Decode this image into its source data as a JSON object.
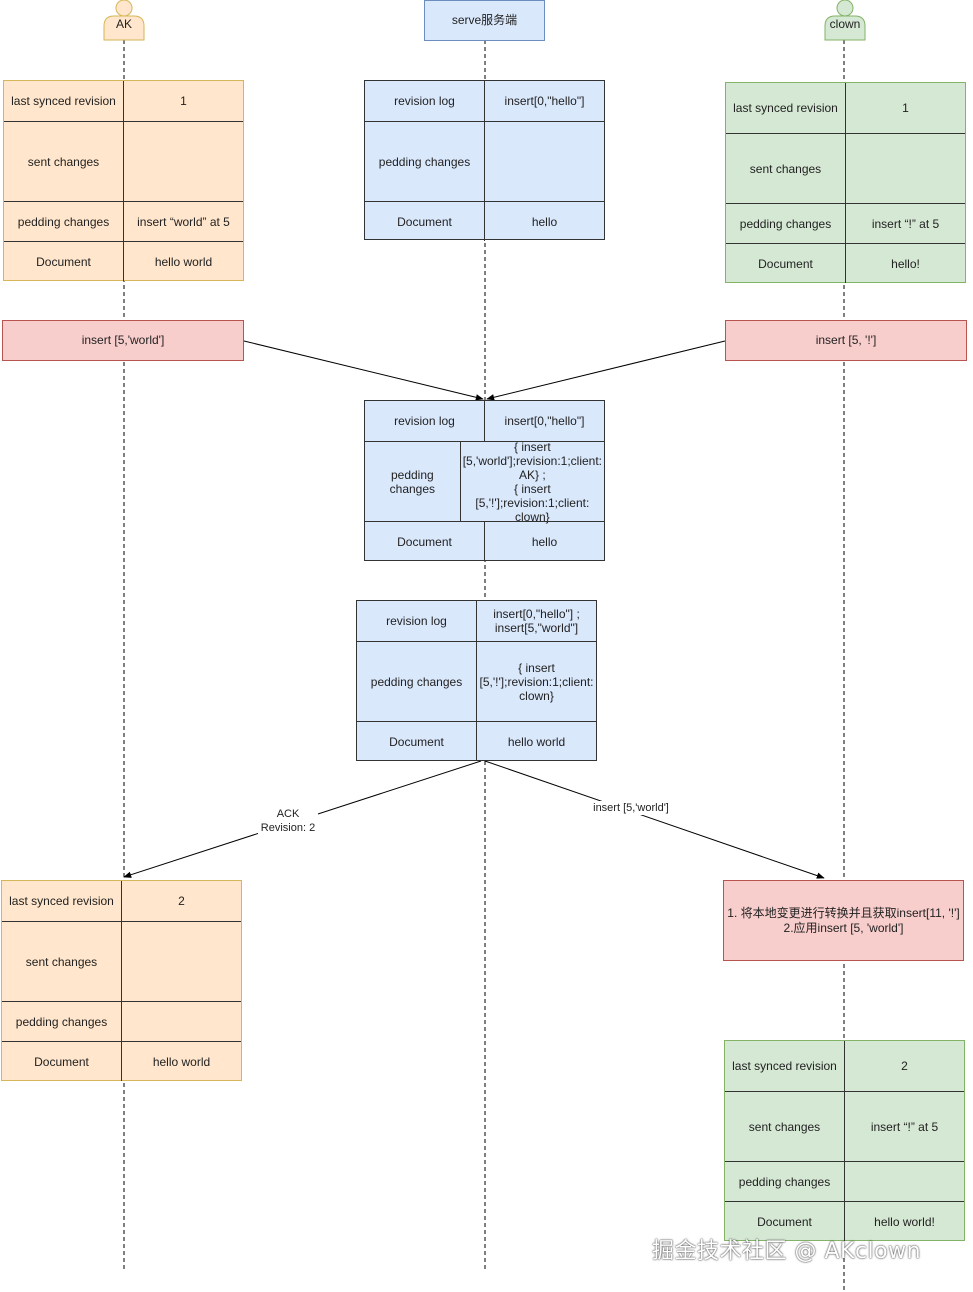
{
  "actors": {
    "ak": "AK",
    "server": "serve服务端",
    "clown": "clown"
  },
  "tables": {
    "ak_initial": [
      [
        "last synced revision",
        "1"
      ],
      [
        "sent changes",
        ""
      ],
      [
        "pedding changes",
        "insert “world” at 5"
      ],
      [
        "Document",
        "hello world"
      ]
    ],
    "server_initial": [
      [
        "revision log",
        "insert[0,\"hello\"]"
      ],
      [
        "pedding changes",
        ""
      ],
      [
        "Document",
        "hello"
      ]
    ],
    "clown_initial": [
      [
        "last synced revision",
        "1"
      ],
      [
        "sent changes",
        ""
      ],
      [
        "pedding changes",
        "insert “!” at 5"
      ],
      [
        "Document",
        "hello!"
      ]
    ],
    "server_mid": [
      [
        "revision log",
        "insert[0,\"hello\"]"
      ],
      [
        "pedding changes",
        "{ insert [5,'world'];revision:1;client: AK} ;\n{ insert [5,'!'];revision:1;client: clown}"
      ],
      [
        "Document",
        "hello"
      ]
    ],
    "server_after": [
      [
        "revision log",
        "insert[0,\"hello\"] ;\ninsert[5,\"world\"]"
      ],
      [
        "pedding changes",
        "{ insert [5,'!'];revision:1;client: clown}"
      ],
      [
        "Document",
        "hello world"
      ]
    ],
    "ak_final": [
      [
        "last synced revision",
        "2"
      ],
      [
        "sent changes",
        ""
      ],
      [
        "pedding changes",
        ""
      ],
      [
        "Document",
        "hello world"
      ]
    ],
    "clown_final": [
      [
        "last synced revision",
        "2"
      ],
      [
        "sent changes",
        "insert “!” at 5"
      ],
      [
        "pedding changes",
        ""
      ],
      [
        "Document",
        "hello world!"
      ]
    ]
  },
  "boxes": {
    "ak_op": "insert [5,'world']",
    "clown_op": "insert [5, '!']",
    "clown_transform": "1. 将本地变更进行转换并且获取insert[11, '!']\n2.应用insert [5, 'world']"
  },
  "edge_labels": {
    "ack": "ACK\nRevision: 2",
    "broadcast": "insert [5,'world']"
  },
  "watermark": "掘金技术社区 @ AKclown",
  "colors": {
    "orange_fill": "#ffe6cc",
    "blue_fill": "#dae8fc",
    "green_fill": "#d5e8d4",
    "red_fill": "#f8cecc"
  }
}
